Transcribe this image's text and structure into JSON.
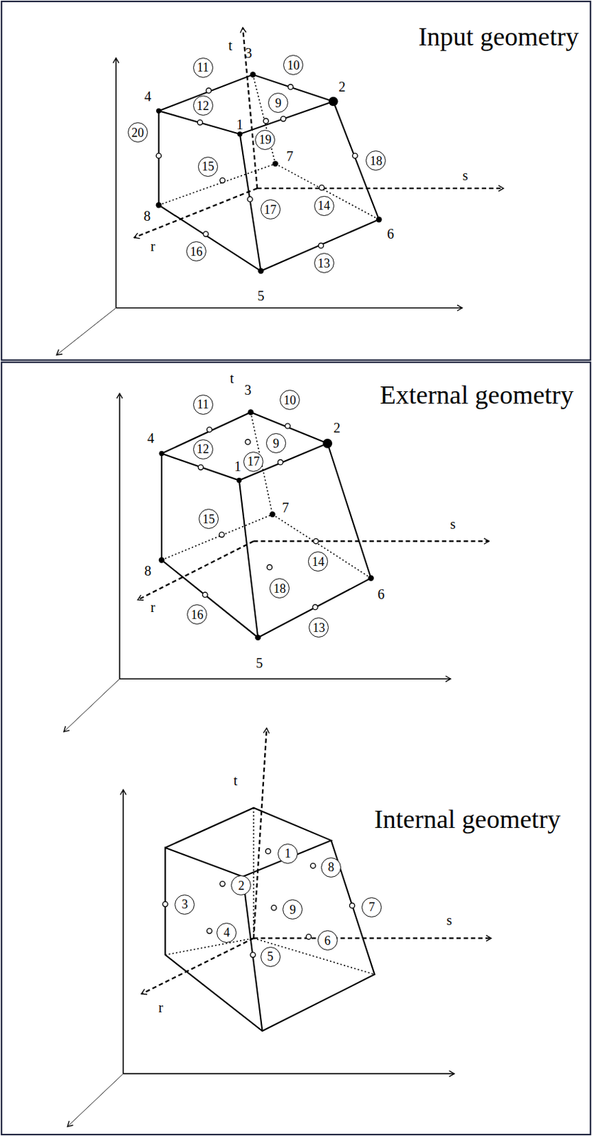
{
  "diagram": {
    "nodes": [
      {
        "text": [
          "11"
        ]
      },
      {
        "text": [
          "10"
        ]
      },
      {
        "text": [
          "12"
        ]
      },
      {
        "text": [
          "9"
        ]
      },
      {
        "text": [
          "20"
        ]
      },
      {
        "text": [
          "19"
        ]
      },
      {
        "text": [
          "15"
        ]
      },
      {
        "text": [
          "18"
        ]
      },
      {
        "text": [
          "17"
        ]
      },
      {
        "text": [
          "14"
        ]
      },
      {
        "text": [
          "16"
        ]
      },
      {
        "text": [
          "13"
        ]
      },
      {
        "text": [
          "11"
        ]
      },
      {
        "text": [
          "10"
        ]
      },
      {
        "text": [
          "12"
        ]
      },
      {
        "text": [
          "9"
        ]
      },
      {
        "text": [
          "17"
        ]
      },
      {
        "text": [
          "15"
        ]
      },
      {
        "text": [
          "14"
        ]
      },
      {
        "text": [
          "18"
        ]
      },
      {
        "text": [
          "16"
        ]
      },
      {
        "text": [
          "13"
        ]
      },
      {
        "text": [
          "1"
        ]
      },
      {
        "text": [
          "8"
        ]
      },
      {
        "text": [
          "2"
        ]
      },
      {
        "text": [
          "3"
        ]
      },
      {
        "text": [
          "7"
        ]
      },
      {
        "text": [
          "9"
        ]
      },
      {
        "text": [
          "4"
        ]
      },
      {
        "text": [
          "6"
        ]
      },
      {
        "text": [
          "5"
        ]
      }
    ],
    "labels": [
      "Input geometry",
      "t",
      "3",
      "2",
      "4",
      "1",
      "7",
      "s",
      "8",
      "r",
      "6",
      "5",
      "External geometry",
      "t",
      "3",
      "2",
      "4",
      "1",
      "7",
      "s",
      "8",
      "r",
      "6",
      "5",
      "t",
      "Internal geometry",
      "s",
      "r"
    ]
  }
}
